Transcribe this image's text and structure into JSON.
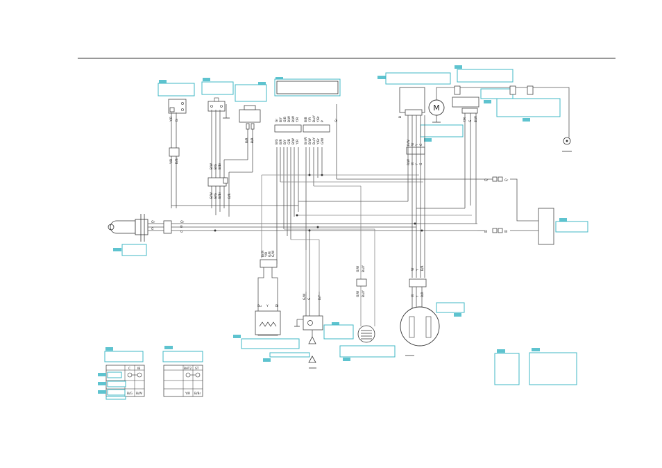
{
  "diagram": {
    "motor_symbol": "M",
    "table_left": {
      "headers": [
        "",
        "C",
        "IB"
      ],
      "rows": [
        [
          "",
          "",
          ""
        ],
        [
          "",
          "",
          ""
        ],
        [
          "",
          "B/G",
          "B/W"
        ]
      ]
    },
    "table_right": {
      "headers": [
        "",
        "BAT2",
        "ST"
      ],
      "rows": [
        [
          "",
          "",
          ""
        ],
        [
          "",
          "",
          ""
        ],
        [
          "",
          "Y/R",
          "B/Br"
        ]
      ]
    },
    "wire_labels": {
      "top_group_a": [
        "Gr",
        "B/Y",
        "G/B",
        "B/W",
        "B/W",
        "Y/R"
      ],
      "top_group_b": [
        "B/B",
        "Y/R",
        "Bu/Y",
        "Y/Br",
        "P"
      ],
      "mid_group_a": [
        "B/G",
        "B/R",
        "B/Y",
        "G/B",
        "B/W",
        "Y/R"
      ],
      "mid_group_b": [
        "Br/W",
        "B/W",
        "Bu/Y",
        "Y/Br",
        "G/W"
      ],
      "left_column": [
        "Y/R",
        "Br",
        "B",
        "Y/R",
        "B/Br"
      ],
      "switch_column": [
        "B/W",
        "B/G",
        "B/Br",
        "B/W",
        "B/G",
        "B/Br"
      ],
      "relay_column": [
        "B/R",
        "B/R",
        "B/R"
      ],
      "right_col": [
        "R/W",
        "W",
        "Y",
        "G",
        "R/W",
        "W",
        "Y",
        "G"
      ],
      "right_col_b": [
        "Y/R",
        "G",
        "B/W"
      ],
      "ign_labels": [
        "Gr",
        "B",
        "G"
      ],
      "ign_labels_2": [
        "Gr",
        "B/Y",
        "B"
      ],
      "lower_a": [
        "Br/R",
        "Y/R",
        "G/B",
        "G/W"
      ],
      "lower_b": [
        "Bu",
        "Y",
        "Bl"
      ],
      "lower_c": [
        "G/W",
        "G",
        "B/Y"
      ],
      "lower_d": [
        "G/W",
        "Bu/Y",
        "G/W",
        "Bu/Y"
      ],
      "lower_e": [
        "W",
        "Y",
        "B/R",
        "W",
        "Y",
        "B/R"
      ],
      "gr_label": "Gr",
      "bl_label": "Bl",
      "gr_right": "Gr",
      "bl_right": "Bl",
      "g_label": "G",
      "b_label": "B",
      "r_label": "R"
    }
  }
}
